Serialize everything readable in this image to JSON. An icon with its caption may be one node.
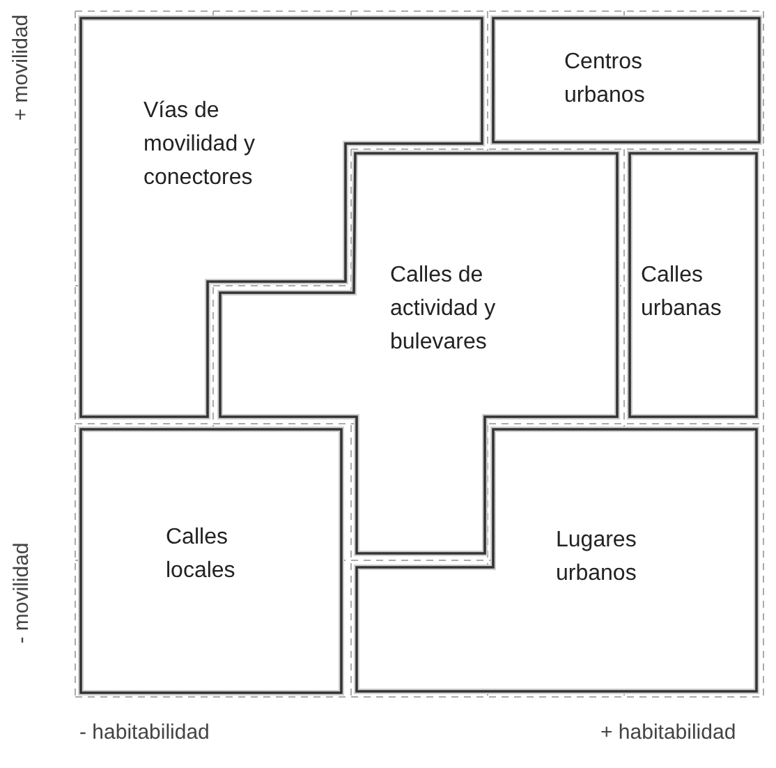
{
  "diagram": {
    "nodes": [
      {
        "text": [
          "Vías de movilidad y conectores"
        ]
      },
      {
        "text": [
          "Centros urbanos"
        ]
      },
      {
        "text": [
          "Calles de actividad y bulevares"
        ]
      },
      {
        "text": [
          "Calles urbanas"
        ]
      },
      {
        "text": [
          "Calles locales"
        ]
      },
      {
        "text": [
          "Lugares urbanos"
        ]
      }
    ],
    "labels": [
      "+ movilidad",
      "- movilidad",
      "- habitabilidad",
      "+ habitabilidad"
    ]
  }
}
